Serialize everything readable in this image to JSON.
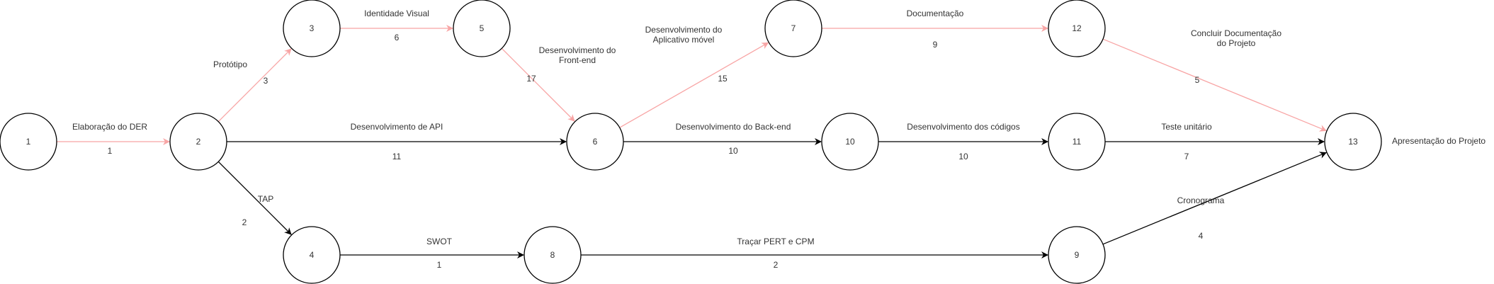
{
  "diagram": {
    "colors": {
      "critical_edge": "#f8a5a5",
      "normal_edge": "#000000",
      "node_stroke": "#000000",
      "node_fill": "#ffffff",
      "text": "#333333"
    },
    "nodes": [
      {
        "id": "n1",
        "label": "1"
      },
      {
        "id": "n2",
        "label": "2"
      },
      {
        "id": "n3",
        "label": "3"
      },
      {
        "id": "n4",
        "label": "4"
      },
      {
        "id": "n5",
        "label": "5"
      },
      {
        "id": "n6",
        "label": "6"
      },
      {
        "id": "n7",
        "label": "7"
      },
      {
        "id": "n8",
        "label": "8"
      },
      {
        "id": "n9",
        "label": "9"
      },
      {
        "id": "n10",
        "label": "10"
      },
      {
        "id": "n11",
        "label": "11"
      },
      {
        "id": "n12",
        "label": "12"
      },
      {
        "id": "n13",
        "label": "13"
      }
    ],
    "edges": [
      {
        "id": "e1-2",
        "from": "1",
        "to": "2",
        "activity": "Elaboração do DER",
        "duration": "1",
        "critical": true
      },
      {
        "id": "e2-3",
        "from": "2",
        "to": "3",
        "activity": "Protótipo",
        "duration": "3",
        "critical": true
      },
      {
        "id": "e3-5",
        "from": "3",
        "to": "5",
        "activity": "Identidade Visual",
        "duration": "6",
        "critical": true
      },
      {
        "id": "e5-6",
        "from": "5",
        "to": "6",
        "activity": "Desenvolvimento do\nFront-end",
        "duration": "17",
        "critical": true
      },
      {
        "id": "e6-7",
        "from": "6",
        "to": "7",
        "activity": "Desenvolvimento do\nAplicativo móvel",
        "duration": "15",
        "critical": true
      },
      {
        "id": "e7-12",
        "from": "7",
        "to": "12",
        "activity": "Documentação",
        "duration": "9",
        "critical": true
      },
      {
        "id": "e12-13",
        "from": "12",
        "to": "13",
        "activity": "Concluir Documentação\ndo Projeto",
        "duration": "5",
        "critical": true
      },
      {
        "id": "e2-6",
        "from": "2",
        "to": "6",
        "activity": "Desenvolvimento de API",
        "duration": "11",
        "critical": false
      },
      {
        "id": "e6-10",
        "from": "6",
        "to": "10",
        "activity": "Desenvolvimento do Back-end",
        "duration": "10",
        "critical": false
      },
      {
        "id": "e10-11",
        "from": "10",
        "to": "11",
        "activity": "Desenvolvimento dos códigos",
        "duration": "10",
        "critical": false
      },
      {
        "id": "e11-13",
        "from": "11",
        "to": "13",
        "activity": "Teste unitário",
        "duration": "7",
        "critical": false
      },
      {
        "id": "e2-4",
        "from": "2",
        "to": "4",
        "activity": "TAP",
        "duration": "2",
        "critical": false
      },
      {
        "id": "e4-8",
        "from": "4",
        "to": "8",
        "activity": "SWOT",
        "duration": "1",
        "critical": false
      },
      {
        "id": "e8-9",
        "from": "8",
        "to": "9",
        "activity": "Traçar PERT e CPM",
        "duration": "2",
        "critical": false
      },
      {
        "id": "e9-13",
        "from": "9",
        "to": "13",
        "activity": "Cronograma",
        "duration": "4",
        "critical": false
      }
    ],
    "end_label": "Apresentação do Projeto"
  }
}
